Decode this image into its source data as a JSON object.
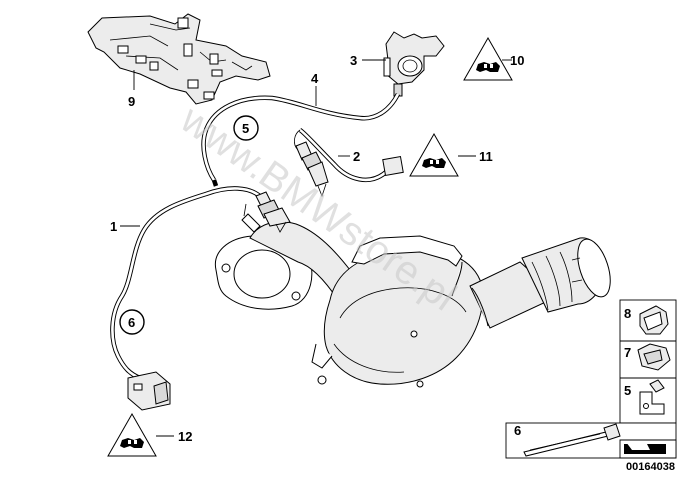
{
  "watermark": "www.BMWstore.pl",
  "diagram_id": "00164038",
  "callouts": {
    "c1": "1",
    "c2": "2",
    "c3": "3",
    "c4": "4",
    "c5": "5",
    "c6": "6",
    "c9": "9",
    "c10": "10",
    "c11": "11",
    "c12": "12"
  },
  "side_panel": {
    "p8": "8",
    "p7": "7",
    "p5": "5",
    "p6": "6"
  },
  "icons": [
    "wiring-harness-holder",
    "exhaust-catalytic-converter",
    "lambda-probe",
    "connector-warning-triangle",
    "cable-tie",
    "cable-clip",
    "cable-holder",
    "bracket"
  ]
}
